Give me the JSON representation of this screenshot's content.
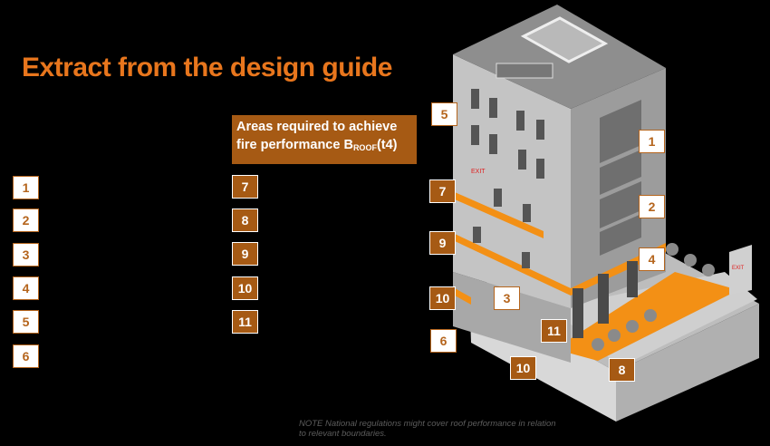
{
  "title": "Extract from the design guide",
  "header_line1": "Areas required to achieve",
  "header_line2_main": "fire performance B",
  "header_line2_sub": "ROOF",
  "header_line2_end": "(t4)",
  "left_list": [
    "1",
    "2",
    "3",
    "4",
    "5",
    "6"
  ],
  "mid_list": [
    "7",
    "8",
    "9",
    "10",
    "11"
  ],
  "callouts": {
    "c1": "1",
    "c2": "2",
    "c3": "3",
    "c4": "4",
    "c5": "5",
    "c6": "6",
    "c7": "7",
    "c8": "8",
    "c9": "9",
    "c10a": "10",
    "c10b": "10",
    "c11": "11"
  },
  "exit_sign": "EXIT",
  "note": "NOTE National regulations might cover roof performance in relation to relevant boundaries.",
  "colors": {
    "accent": "#e8761d",
    "badge_dark": "#a65a14",
    "roof_orange": "#f39015"
  }
}
